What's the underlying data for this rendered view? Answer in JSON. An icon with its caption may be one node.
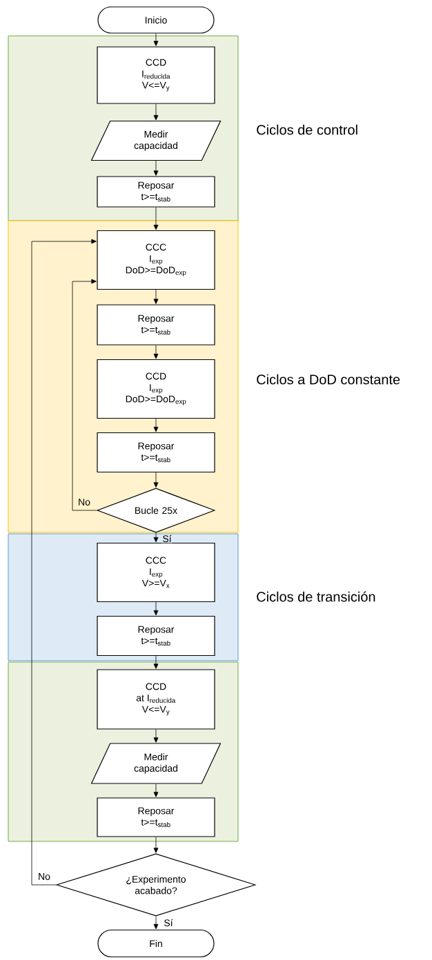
{
  "diagram": {
    "nodes": [
      {
        "text": [
          "Inicio"
        ]
      },
      {
        "text": [
          "Ciclos de control"
        ]
      },
      {
        "text": [
          "CCD",
          "I$_{reducida}$",
          "V<=V$_{y}$"
        ],
        "in": 1
      },
      {
        "text": [
          "Medir capacidad"
        ],
        "in": 1
      },
      {
        "text": [
          "Reposar",
          "t>=t$_{stab}$"
        ],
        "in": 1
      },
      {
        "text": [
          "Ciclos a DoD constante"
        ]
      },
      {
        "text": [
          "CCC",
          "I$_{exp}$",
          "DoD>=DoD$_{exp}$"
        ],
        "in": 5
      },
      {
        "text": [
          "Reposar",
          "t>=t$_{stab}$"
        ],
        "in": 5
      },
      {
        "text": [
          "CCD",
          "I$_{exp}$",
          "DoD>=DoD$_{exp}$"
        ],
        "in": 5
      },
      {
        "text": [
          "Reposar",
          "t>=t$_{stab}$"
        ],
        "in": 5
      },
      {
        "text": [
          "Bucle 25x"
        ],
        "in": 5
      },
      {
        "text": [
          "Ciclos de transición"
        ]
      },
      {
        "text": [
          "CCC",
          "I$_{exp}$",
          "V>=V$_{x}$"
        ],
        "in": 11
      },
      {
        "text": [
          "Reposar",
          "t>=t$_{stab}$"
        ],
        "in": 11
      },
      {
        "text": [],
        "shape": "box"
      },
      {
        "text": [
          "CCD",
          "at I$_{reducida}$",
          "V<=V$_{y}$"
        ],
        "in": 14
      },
      {
        "text": [
          "Medir capacidad"
        ],
        "in": 14
      },
      {
        "text": [
          "Reposar",
          "t>=t$_{stab}$"
        ],
        "in": 14
      },
      {
        "text": [
          "¿Experimento acabado?"
        ]
      },
      {
        "text": [
          "Fin"
        ]
      }
    ],
    "edges": [
      {
        "from": 0,
        "to": 2,
        "arrow": "to"
      },
      {
        "from": 2,
        "to": 3,
        "arrow": "to"
      },
      {
        "from": 3,
        "to": 4,
        "arrow": "to"
      },
      {
        "from": 4,
        "to": 6,
        "arrow": "to"
      },
      {
        "from": 6,
        "to": 7,
        "arrow": "to"
      },
      {
        "from": 7,
        "to": 8,
        "arrow": "to"
      },
      {
        "from": 8,
        "to": 9,
        "arrow": "to"
      },
      {
        "from": 9,
        "to": 10,
        "arrow": "to"
      },
      {
        "from": 10,
        "to": 6,
        "arrow": "to",
        "label": "No"
      },
      {
        "from": 10,
        "to": 12,
        "arrow": "to",
        "label": "Sí"
      },
      {
        "from": 12,
        "to": 13,
        "arrow": "to"
      },
      {
        "from": 13,
        "to": 15,
        "arrow": "to"
      },
      {
        "from": 15,
        "to": 16,
        "arrow": "to"
      },
      {
        "from": 16,
        "to": 17,
        "arrow": "to"
      },
      {
        "from": 17,
        "to": 18,
        "arrow": "to"
      },
      {
        "from": 18,
        "to": 6,
        "arrow": "to",
        "label": "No"
      },
      {
        "from": 18,
        "to": 19,
        "arrow": "to",
        "label": "Sí"
      }
    ]
  }
}
